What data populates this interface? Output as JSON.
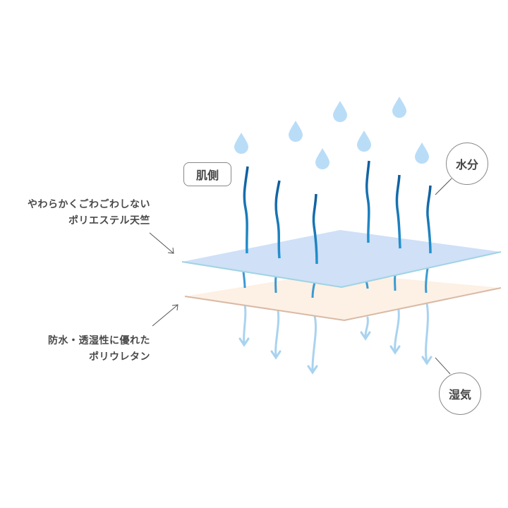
{
  "labels": {
    "skin_side": "肌側",
    "moisture": "水分",
    "humidity": "湿気",
    "top_layer_line1": "やわらかくごわごわしない",
    "top_layer_line2": "ポリエステル天竺",
    "bottom_layer_line1": "防水・透湿性に優れた",
    "bottom_layer_line2": "ポリウレタン"
  },
  "colors": {
    "top_layer": "#cfe0f7",
    "top_layer_edge": "#9fd3e3",
    "bottom_layer": "#fdf0e4",
    "bottom_layer_edge": "#d9b9a6",
    "fiber": "#1a73b5",
    "vapor": "#a9d3ef",
    "drop": "#b9ddf7"
  }
}
